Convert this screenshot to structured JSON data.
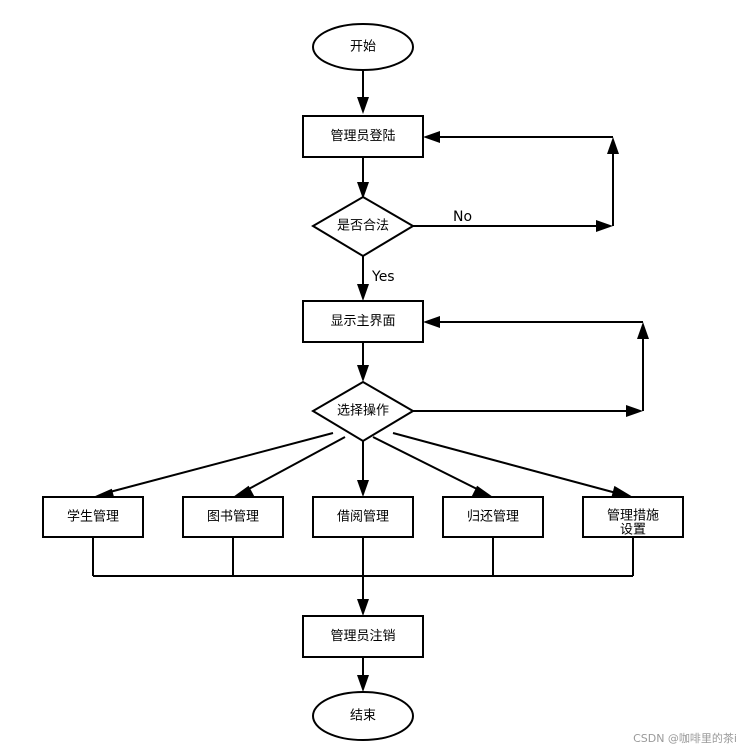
{
  "nodes": {
    "start": "开始",
    "login": "管理员登陆",
    "valid": "是否合法",
    "main": "显示主界面",
    "choose": "选择操作",
    "student": "学生管理",
    "book": "图书管理",
    "borrow": "借阅管理",
    "return_mgmt": "归还管理",
    "settings_line1": "管理措施",
    "settings_line2": "设置",
    "logout": "管理员注销",
    "end": "结束"
  },
  "edges": {
    "no": "No",
    "yes": "Yes"
  },
  "watermark": "CSDN @咖啡里的茶i"
}
